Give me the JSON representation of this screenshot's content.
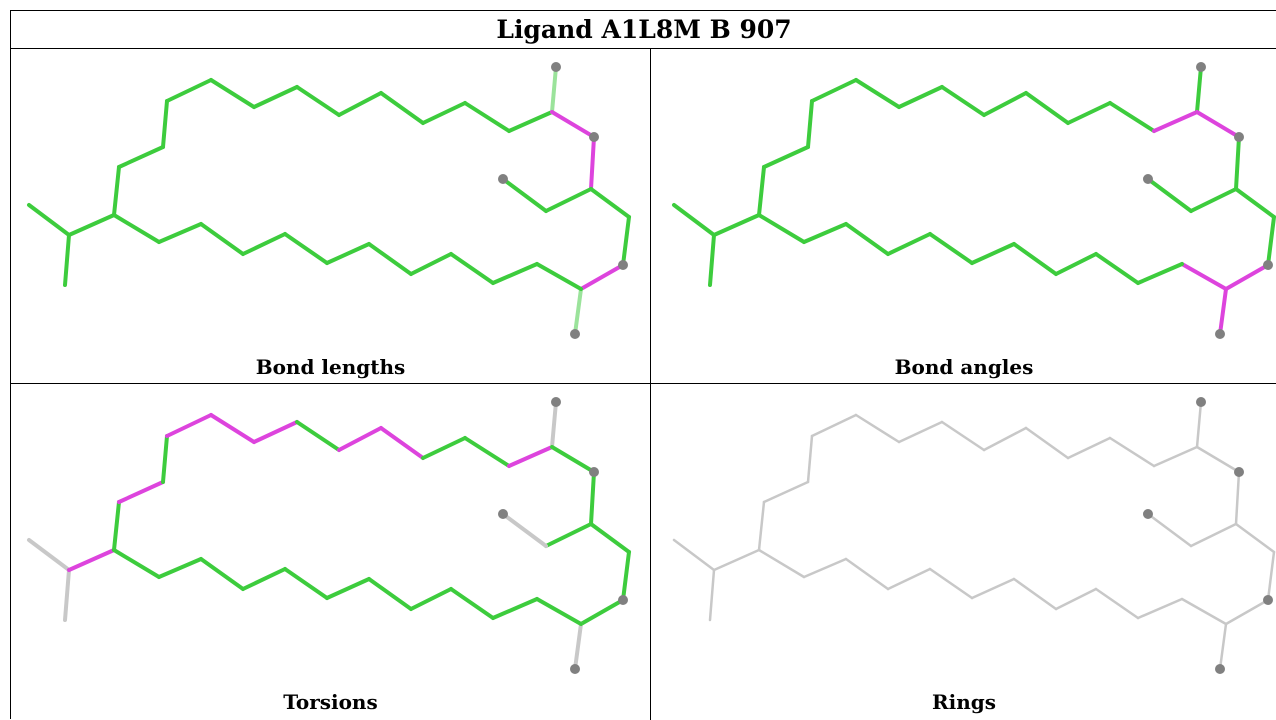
{
  "title": "Ligand A1L8M B 907",
  "panels": [
    {
      "caption": "Bond lengths",
      "mode": "lengths"
    },
    {
      "caption": "Bond angles",
      "mode": "angles"
    },
    {
      "caption": "Torsions",
      "mode": "torsions"
    },
    {
      "caption": "Rings",
      "mode": "rings"
    }
  ],
  "colors": {
    "ok": "#3dcc3d",
    "outlier": "#dd44dd",
    "neutral": "#c8c8c8",
    "atom": "#808080",
    "ok_light": "#9be39b"
  }
}
